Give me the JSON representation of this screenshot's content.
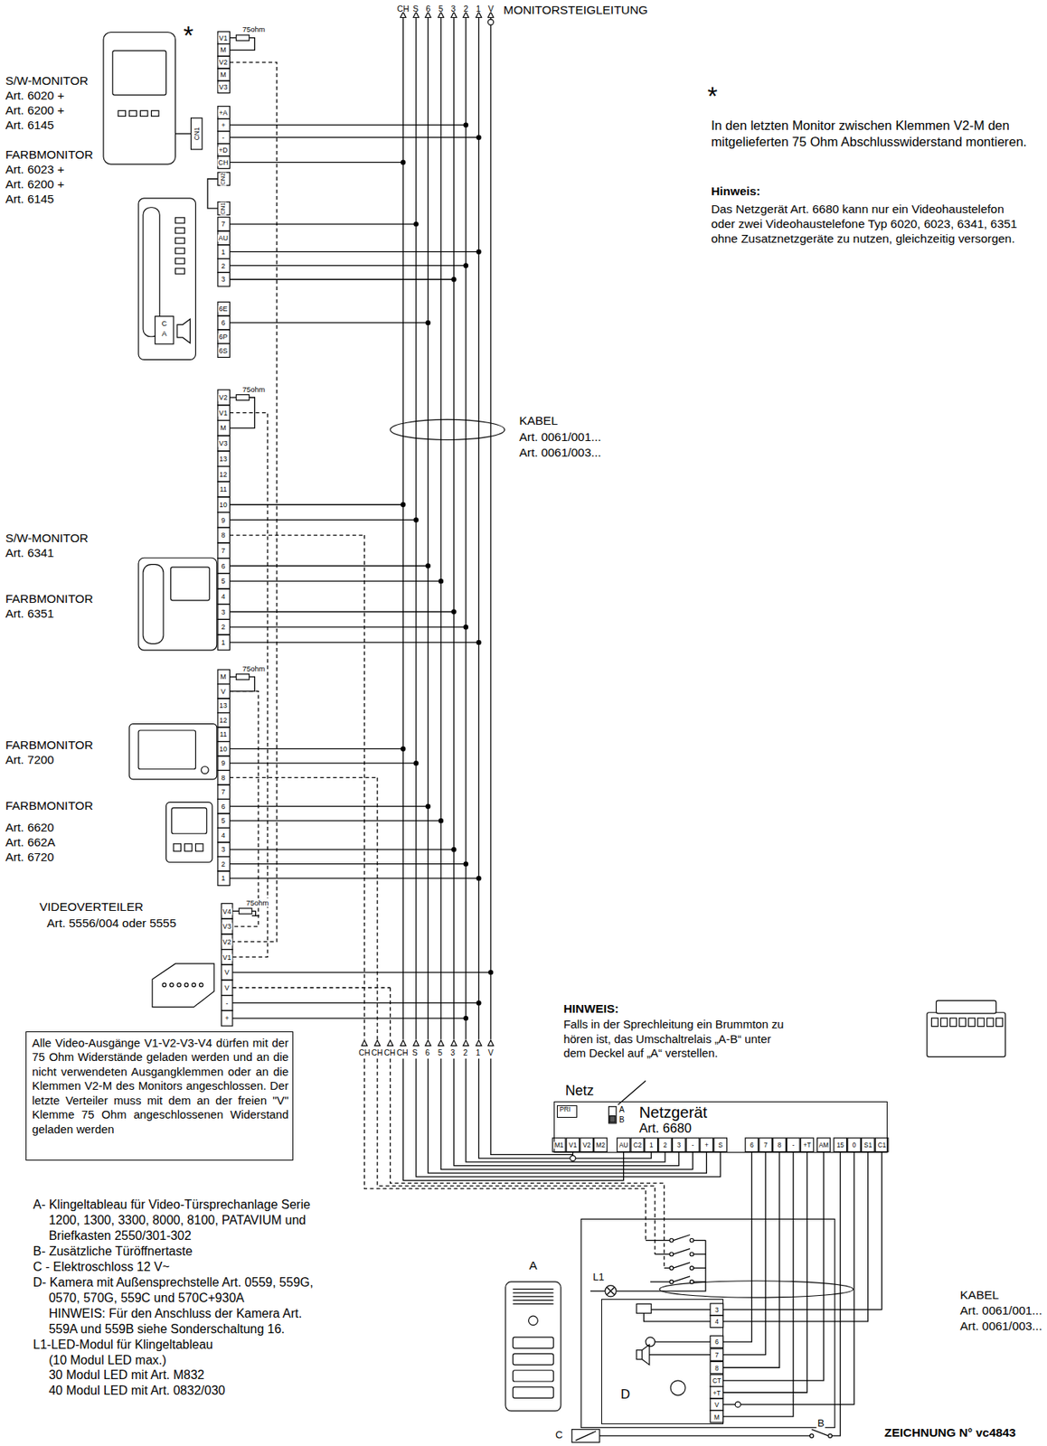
{
  "diagram": {
    "nodes": [
      {
        "text": [
          "Netzgerät",
          "Art. 6680"
        ]
      },
      {
        "text": [
          "PRI"
        ],
        "in": 0
      },
      {
        "text": [
          "Alle Video-Ausgänge V1-V2-V3-V4 dürfen mit der 75 Ohm Widerstände geladen werden und an die nicht verwendeten Ausgangklemmen oder an die Klemmen V2-M des Monitors angeschlossen. Der letzte Verteiler muss mit dem an der freien \"V\" Klemme 75 Ohm angeschlossenen Widerstand geladen werden"
        ]
      },
      {
        "text": [
          "D"
        ]
      }
    ],
    "edges": [
      {
        "from": 0,
        "to": 3,
        "arrow": "none"
      }
    ],
    "labels": [
      "CH",
      "S",
      "6",
      "5",
      "3",
      "2",
      "1",
      "V",
      "MONITORSTEIGLEITUNG",
      "*",
      "V1",
      "M",
      "V2",
      "M",
      "V3",
      "+A",
      "+",
      "-",
      "+D",
      "CH",
      "CN2",
      "75ohm",
      "CN1",
      "S/W-MONITOR",
      "Art. 6020 +",
      "Art. 6200 +",
      "Art. 6145",
      "FARBMONITOR",
      "Art. 6023 +",
      "Art. 6200 +",
      "Art. 6145",
      "CN1",
      "7",
      "AU",
      "1",
      "2",
      "3",
      "6E",
      "6",
      "6P",
      "6S",
      "C",
      "A",
      "*",
      "In den letzten Monitor zwischen Klemmen V2-M den mitgelieferten 75 Ohm Abschlusswiderstand montieren.",
      "Hinweis:",
      "Das Netzgerät Art. 6680 kann nur ein Videohaustelefon oder zwei Videohaustelefone Typ 6020, 6023, 6341, 6351 ohne Zusatznetzgeräte zu nutzen, gleichzeitig versorgen.",
      "75ohm",
      "V2",
      "V1",
      "M",
      "V3",
      "13",
      "12",
      "11",
      "10",
      "9",
      "8",
      "7",
      "6",
      "5",
      "4",
      "3",
      "2",
      "1",
      "S/W-MONITOR",
      "Art. 6341",
      "FARBMONITOR",
      "Art. 6351",
      "KABEL",
      "Art. 0061/001...",
      "Art. 0061/003...",
      "75ohm",
      "M",
      "V",
      "13",
      "12",
      "11",
      "10",
      "9",
      "8",
      "7",
      "6",
      "5",
      "4",
      "3",
      "2",
      "1",
      "FARBMONITOR",
      "Art. 7200",
      "FARBMONITOR",
      "Art. 6620",
      "Art. 662A",
      "Art. 6720",
      "VIDEOVERTEILER",
      "Art. 5556/004 oder 5555",
      "75ohm",
      "V4",
      "V3",
      "V2",
      "V1",
      "V",
      "V",
      "-",
      "+",
      "CH",
      "CH",
      "CH",
      "CH",
      "S",
      "6",
      "5",
      "3",
      "2",
      "1",
      "V",
      "HINWEIS:",
      "Falls in der Sprechleitung ein Brummton zu hören ist, das Umschaltrelais „A-B“ unter dem Deckel auf „A“ verstellen.",
      "Netz",
      "A",
      "B",
      "M1",
      "V1",
      "V2",
      "M2",
      "AU",
      "C2",
      "1",
      "2",
      "3",
      "-",
      "+",
      "S",
      "6",
      "7",
      "8",
      "-",
      "+T",
      "AM",
      "15",
      "0",
      "S1",
      "C1",
      "KABEL",
      "Art. 0061/001...",
      "Art. 0061/003...",
      "A- Klingeltableau für Video-Türsprechanlage Serie",
      "1200, 1300, 3300, 8000, 8100, PATAVIUM und",
      "Briefkasten 2550/301-302",
      "B- Zusätzliche Türöffnertaste",
      "C - Elektroschloss 12 V~",
      "D- Kamera mit Außensprechstelle Art. 0559, 559G,",
      "0570, 570G, 559C und 570C+930A",
      "HINWEIS: Für den Anschluss der Kamera Art.",
      "559A und 559B siehe Sonderschaltung 16.",
      "L1-LED-Modul für Klingeltableau",
      "(10 Modul LED max.)",
      "30 Modul LED mit Art. M832",
      "40 Modul LED mit Art. 0832/030",
      "A",
      "L1",
      "3",
      "4",
      "6",
      "7",
      "8",
      "CT",
      "+T",
      "V",
      "M",
      "B",
      "C",
      "ZEICHNUNG N° vc4843"
    ]
  }
}
